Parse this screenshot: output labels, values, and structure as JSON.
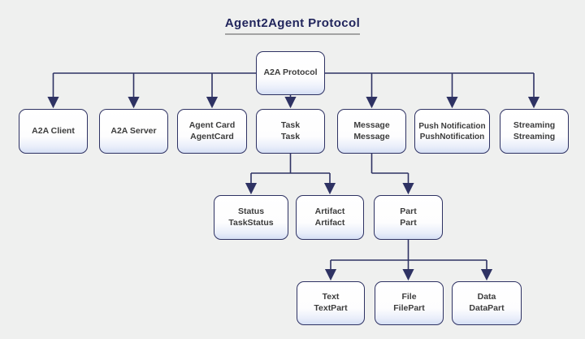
{
  "title": {
    "text": "Agent2Agent Protocol"
  },
  "colors": {
    "background": "#eff0ef",
    "node_border": "#2e3263",
    "connector": "#2e3263",
    "title_text": "#21255c",
    "title_underline": "#a3a3a3",
    "node_text": "#3c3c3c",
    "node_gradient_bottom": "#d5dff4"
  },
  "diagram": {
    "root": {
      "line1": "A2A Protocol",
      "line2": ""
    },
    "level2": [
      {
        "line1": "A2A Client",
        "line2": ""
      },
      {
        "line1": "A2A Server",
        "line2": ""
      },
      {
        "line1": "Agent Card",
        "line2": "AgentCard"
      },
      {
        "line1": "Task",
        "line2": "Task"
      },
      {
        "line1": "Message",
        "line2": "Message"
      },
      {
        "line1": "Push Notification",
        "line2": "PushNotification"
      },
      {
        "line1": "Streaming",
        "line2": "Streaming"
      }
    ],
    "level3": [
      {
        "line1": "Status",
        "line2": "TaskStatus"
      },
      {
        "line1": "Artifact",
        "line2": "Artifact"
      },
      {
        "line1": "Part",
        "line2": "Part"
      }
    ],
    "level4": [
      {
        "line1": "Text",
        "line2": "TextPart"
      },
      {
        "line1": "File",
        "line2": "FilePart"
      },
      {
        "line1": "Data",
        "line2": "DataPart"
      }
    ]
  }
}
